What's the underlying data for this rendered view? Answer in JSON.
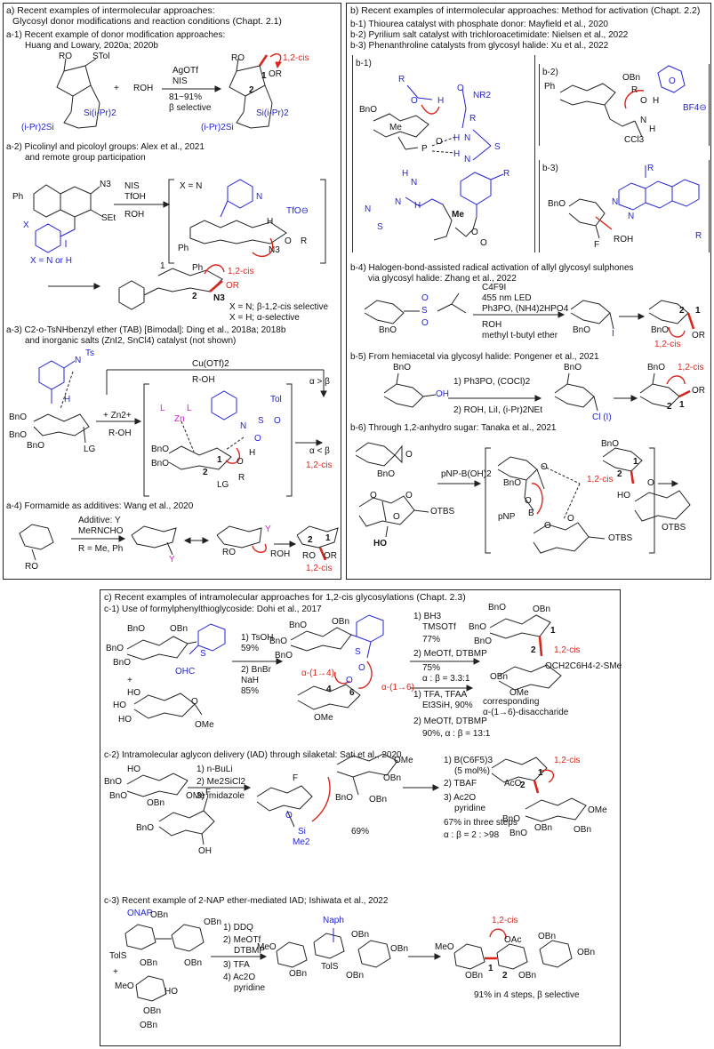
{
  "panel_a": {
    "title": "a) Recent examples of intermolecular approaches:",
    "subtitle": "Glycosyl donor modifications and reaction conditions  (Chapt. 2.1)",
    "a1": {
      "heading": "a-1) Recent example of donor modification approaches:",
      "authors": "Huang and Lowary, 2020a; 2020b",
      "reagents": [
        "AgOTf",
        "NIS",
        "81~91%",
        "β selective"
      ],
      "labels": [
        "RO",
        "STol",
        "(i-Pr)2Si",
        "Si(i-Pr)2",
        "O",
        "ROH",
        "+",
        "1,2-cis",
        "RO",
        "OR",
        "2",
        "1",
        "(i-Pr)2Si",
        "Si(i-Pr)2"
      ]
    },
    "a2": {
      "heading": "a-2) Picolinyl and picoloyl groups: Alex et al., 2021",
      "heading2": "and remote group participation",
      "labels": [
        "Ph",
        "N3",
        "X",
        "SEt",
        "X = N or H",
        "NIS",
        "TfOH",
        "ROH",
        "X = N",
        "N",
        "TfO⊖",
        "H",
        "O",
        "R",
        "Ph",
        "N3",
        "1,2-cis",
        "OR",
        "2",
        "1",
        "Ph",
        "N3"
      ],
      "results": [
        "X = N; β-1,2-cis selective",
        "X = H; α-selective"
      ]
    },
    "a3": {
      "heading": "a-3) C2-o-TsNHbenzyl ether (TAB) [Bimodal]: Ding et al., 2018a; 2018b",
      "heading2": "and inorganic salts (ZnI2, SnCl4) catalyst (not shown)",
      "labels": [
        "N",
        "Ts",
        "H",
        "BnO",
        "BnO",
        "BnO",
        "LG",
        "Cu(OTf)2",
        "R-OH",
        "α > β",
        "+ Zn2+",
        "R-OH",
        "Tol",
        "L",
        "L",
        "Zn",
        "N",
        "S",
        "O",
        "O",
        "BnO",
        "BnO",
        "O",
        "H",
        "1",
        "2",
        "R",
        "LG",
        "α < β",
        "1,2-cis"
      ]
    },
    "a4": {
      "heading": "a-4) Formamide as additives: Wang et al., 2020",
      "labels": [
        "Additive: Y",
        "MeRNCHO",
        "R = Me, Ph",
        "RO",
        "Y",
        "RO",
        "Y",
        "ROH",
        "2",
        "1",
        "RO",
        "OR",
        "1,2-cis"
      ]
    }
  },
  "panel_b": {
    "title": "b) Recent examples of intermolecular approaches: Method for activation (Chapt. 2.2)",
    "items": [
      "b-1) Thiourea catalyst with phosphate donor: Mayfield et al., 2020",
      "b-2) Pyrilium salt catalyst with trichloroacetimidate: Nielsen et al., 2022",
      "b-3) Phenanthroline catalysts from glycosyl halide: Xu et al., 2022"
    ],
    "b1": {
      "tag": "b-1)",
      "labels": [
        "R",
        "O",
        "H",
        "BnO",
        "O",
        "NR2",
        "R",
        "P",
        "O",
        "H",
        "N",
        "H",
        "N",
        "S",
        "N",
        "H",
        "N",
        "H",
        "R",
        "N",
        "S",
        "Me",
        "Me",
        "O",
        "O"
      ]
    },
    "b2": {
      "tag": "b-2)",
      "labels": [
        "Ph",
        "OBn",
        "R",
        "O",
        "H",
        "O",
        "BF4⊖",
        "N",
        "H",
        "CCl3"
      ]
    },
    "b3": {
      "tag": "b-3)",
      "labels": [
        "R",
        "BnO",
        "N",
        "N",
        "F",
        "ROH",
        "R"
      ]
    },
    "b4": {
      "heading": "b-4) Halogen-bond-assisted radical activation of allyl glycosyl sulphones",
      "heading2": "via glycosyl halide: Zhang et al., 2022",
      "reagents": [
        "C4F9I",
        "455 nm LED",
        "Ph3PO, (NH4)2HPO4",
        "ROH",
        "methyl t-butyl ether"
      ],
      "labels": [
        "BnO",
        "S",
        "O",
        "O",
        "BnO",
        "BnO",
        "I",
        "BnO",
        "2",
        "1",
        "OR",
        "1,2-cis"
      ]
    },
    "b5": {
      "heading": "b-5) From hemiacetal via glycosyl halide: Pongener et al., 2021",
      "reagents": [
        "1) Ph3PO, (COCl)2",
        "2) ROH, LiI, (i-Pr)2NEt"
      ],
      "labels": [
        "BnO",
        "OH",
        "BnO",
        "Cl (I)",
        "BnO",
        "1,2-cis",
        "2",
        "1",
        "OR"
      ]
    },
    "b6": {
      "heading": "b-6) Through 1,2-anhydro sugar: Tanaka et al., 2021",
      "reagents": [
        "pNP-B(OH)2"
      ],
      "labels": [
        "BnO",
        "O",
        "O",
        "O",
        "O",
        "HO",
        "OTBS",
        "BnO",
        "O",
        "O",
        "B",
        "pNP",
        "O",
        "O",
        "OTBS",
        "BnO",
        "1,2-cis",
        "2",
        "1",
        "HO",
        "O",
        "OTBS"
      ]
    }
  },
  "panel_c": {
    "title": "c) Recent examples of intramolecular approaches for 1,2-cis glycosylations (Chapt. 2.3)",
    "c1": {
      "heading": "c-1) Use of formylphenylthioglycoside: Dohi et al., 2017",
      "reagents_a": [
        "1) TsOH",
        "59%",
        "2) BnBr",
        "NaH",
        "85%"
      ],
      "reagents_b": [
        "1) BH3",
        "TMSOTf",
        "77%",
        "2) MeOTf, DTBMP",
        "75%",
        "α : β = 3.3:1"
      ],
      "reagents_c": [
        "1) TFA, TFAA",
        "Et3SiH, 90%",
        "2) MeOTf, DTBMP",
        "90%, α : β = 13:1"
      ],
      "result_c": [
        "corresponding",
        "α-(1→6)-disaccharide"
      ],
      "labels": [
        "BnO",
        "OBn",
        "BnO",
        "BnO",
        "S",
        "OHC",
        "+",
        "HO",
        "HO",
        "HO",
        "O",
        "OMe",
        "BnO",
        "OBn",
        "BnO",
        "BnO",
        "S",
        "α-(1→4)",
        "α-(1→6)",
        "O",
        "O",
        "4",
        "6",
        "OMe",
        "BnO",
        "OBn",
        "BnO",
        "BnO",
        "1",
        "1,2-cis",
        "2",
        "OCH2C6H4-2-SMe",
        "OMe",
        "OBn"
      ]
    },
    "c2": {
      "heading": "c-2) Intramolecular aglycon delivery (IAD) through silaketal: Sati et al., 2020",
      "reagents_a": [
        "1) n-BuLi",
        "2) Me2SiCl2",
        "3) imidazole"
      ],
      "reagents_b": [
        "1) B(C6F5)3",
        "(5 mol%)",
        "2) TBAF",
        "3) Ac2O",
        "pyridine",
        "67% in three steps",
        "α : β = 2 : >98"
      ],
      "yield": "69%",
      "labels": [
        "HO",
        "BnO",
        "BnO",
        "OBn",
        "OMe",
        "BnO",
        "F",
        "OH",
        "F",
        "O",
        "Si",
        "Me2",
        "OMe",
        "OBn",
        "BnO",
        "OBn",
        "1,2-cis",
        "AcO",
        "2",
        "1",
        "OMe",
        "BnO",
        "OBn",
        "BnO",
        "OBn"
      ]
    },
    "c3": {
      "heading": "c-3) Recent example of 2-NAP ether-mediated IAD;  Ishiwata et al., 2022",
      "reagents": [
        "1) DDQ",
        "2) MeOTf",
        "DTBMP",
        "3) TFA",
        "4) Ac2O",
        "pyridine"
      ],
      "result": "91% in 4 steps, β selective",
      "labels": [
        "ONAP",
        "OBn",
        "OBn",
        "TolS",
        "OBn",
        "OBn",
        "+",
        "MeO",
        "OBn",
        "HO",
        "OBn",
        "Naph",
        "MeO",
        "OBn",
        "TolS",
        "OBn",
        "OBn",
        "OBn",
        "1,2-cis",
        "OAc",
        "MeO",
        "OBn",
        "1",
        "2",
        "OBn",
        "OBn",
        "OBn"
      ]
    }
  }
}
